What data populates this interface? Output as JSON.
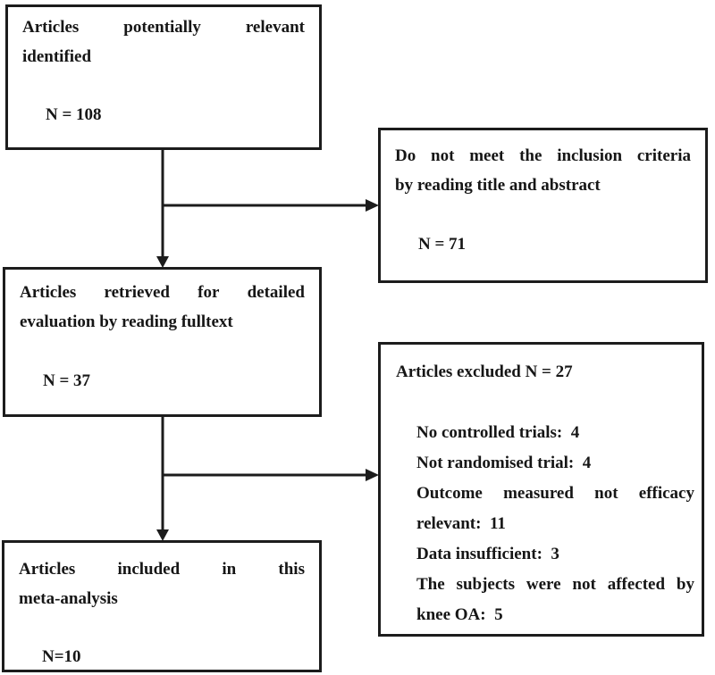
{
  "figure": {
    "boxes": {
      "identified": {
        "line1": "Articles potentially relevant",
        "line2": "identified",
        "count": "N = 108"
      },
      "excluded_title_abstract": {
        "line1": "Do not meet the inclusion criteria",
        "line2": "by reading title and abstract",
        "count": "N = 71"
      },
      "retrieved": {
        "line1": "Articles retrieved for detailed",
        "line2": "evaluation by reading fulltext",
        "count": "N = 37"
      },
      "excluded_fulltext": {
        "title": "Articles excluded N = 27",
        "reasons": [
          "No controlled trials:  4",
          "Not randomised trial:  4",
          "Outcome measured not efficacy relevant:  11",
          "Data insufficient:  3",
          "The subjects were not affected by knee OA:  5"
        ]
      },
      "included": {
        "line1": "Articles included in this",
        "line2": "meta-analysis",
        "count": "N=10"
      }
    },
    "colors": {
      "line": "#1c1c1c",
      "text": "#161616",
      "background": "#ffffff"
    }
  }
}
